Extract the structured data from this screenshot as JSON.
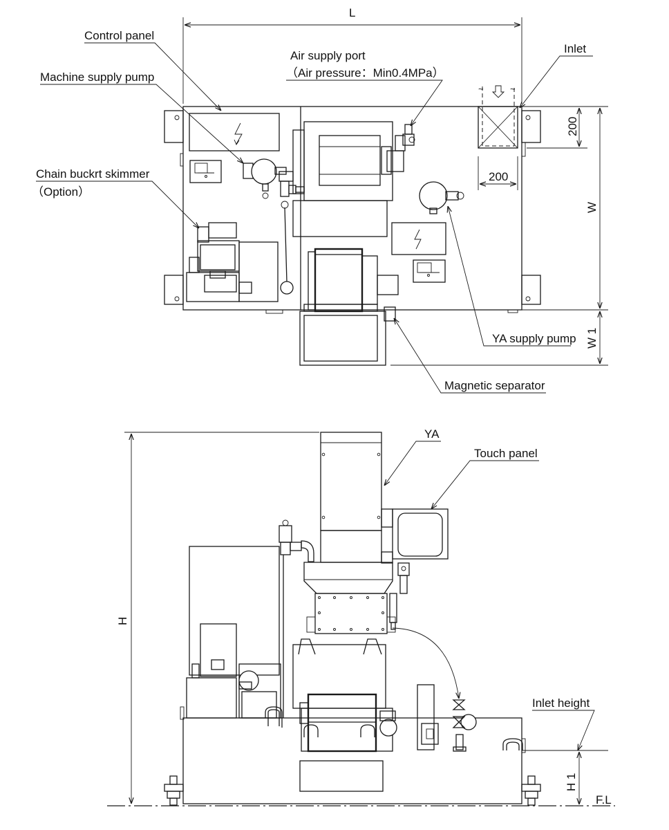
{
  "top_view": {
    "labels": {
      "control_panel": "Control panel",
      "air_supply_port": "Air supply port",
      "air_pressure": "（Air pressure：Min0.4MPa）",
      "inlet": "Inlet",
      "machine_supply_pump": "Machine supply pump",
      "chain_skimmer": "Chain buckrt skimmer",
      "option": "（Option）",
      "ya_supply_pump": "YA supply pump",
      "magnetic_separator": "Magnetic separator"
    },
    "dimensions": {
      "length": "L",
      "width": "W",
      "w1": "W 1",
      "inlet_depth": "200",
      "inlet_width": "200"
    }
  },
  "front_view": {
    "labels": {
      "ya": "YA",
      "touch_panel": "Touch panel",
      "inlet_height": "Inlet height",
      "floor_level": "F.L"
    },
    "dimensions": {
      "height": "H",
      "h1": "H 1"
    }
  }
}
